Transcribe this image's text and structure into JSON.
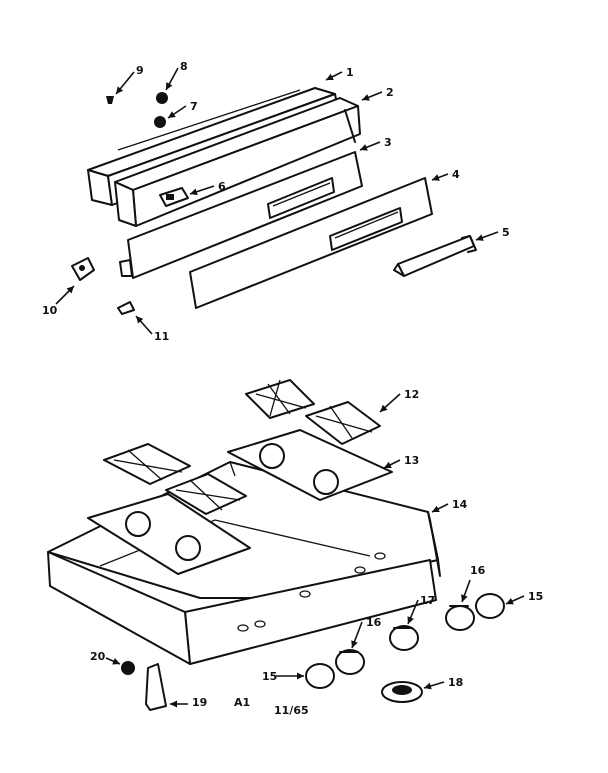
{
  "diagram": {
    "footer_code": "A1",
    "footer_date": "11/65",
    "callouts": [
      {
        "id": "c1",
        "label": "1"
      },
      {
        "id": "c2",
        "label": "2"
      },
      {
        "id": "c3",
        "label": "3"
      },
      {
        "id": "c4",
        "label": "4"
      },
      {
        "id": "c5",
        "label": "5"
      },
      {
        "id": "c6",
        "label": "6"
      },
      {
        "id": "c7",
        "label": "7"
      },
      {
        "id": "c8",
        "label": "8"
      },
      {
        "id": "c9",
        "label": "9"
      },
      {
        "id": "c10",
        "label": "10"
      },
      {
        "id": "c11",
        "label": "11"
      },
      {
        "id": "c12",
        "label": "12"
      },
      {
        "id": "c13",
        "label": "13"
      },
      {
        "id": "c14",
        "label": "14"
      },
      {
        "id": "c15a",
        "label": "15"
      },
      {
        "id": "c15b",
        "label": "15"
      },
      {
        "id": "c16a",
        "label": "16"
      },
      {
        "id": "c16b",
        "label": "16"
      },
      {
        "id": "c17",
        "label": "17"
      },
      {
        "id": "c18",
        "label": "18"
      },
      {
        "id": "c19",
        "label": "19"
      },
      {
        "id": "c20",
        "label": "20"
      }
    ]
  }
}
